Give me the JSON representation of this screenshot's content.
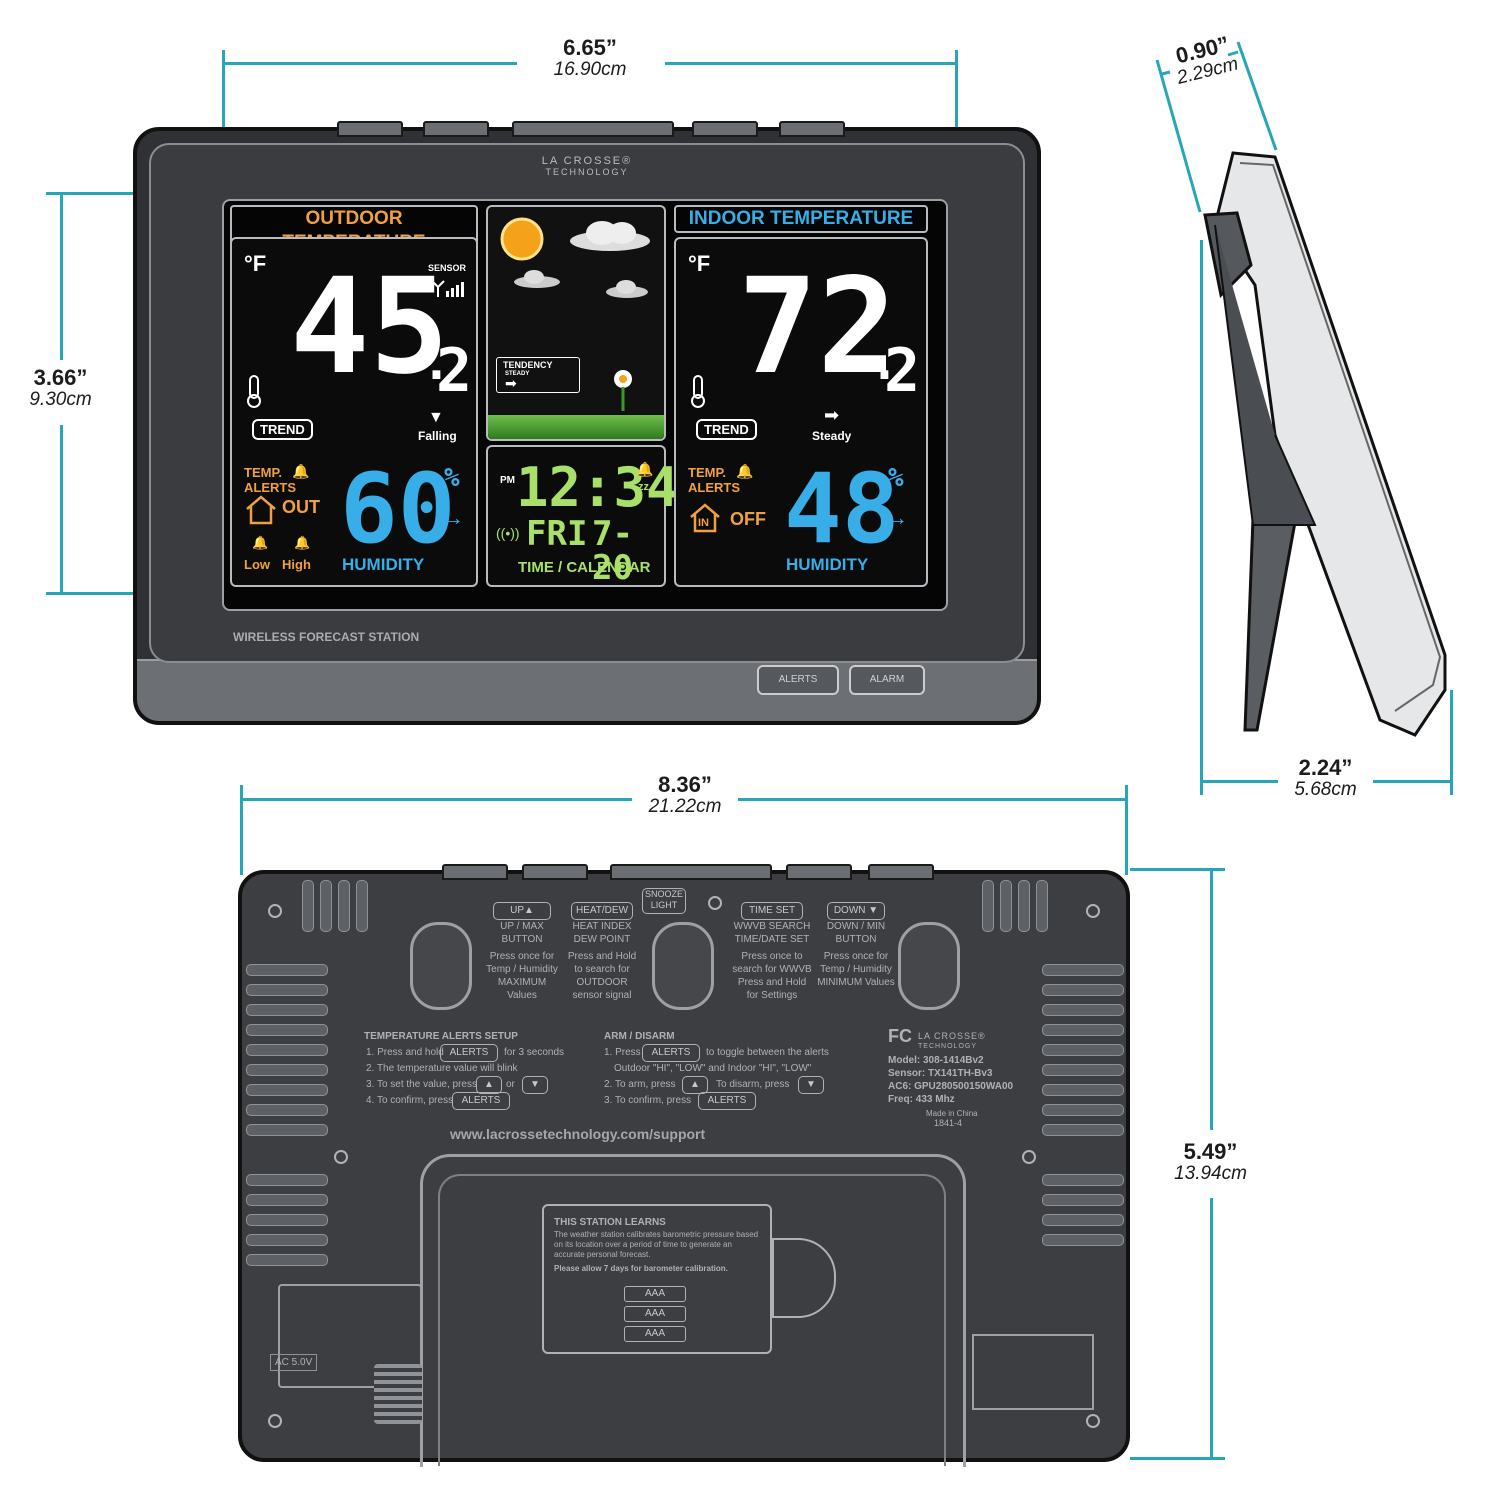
{
  "dimensions": {
    "front_width": {
      "imperial": "6.65”",
      "metric": "16.90cm"
    },
    "front_height": {
      "imperial": "3.66”",
      "metric": "9.30cm"
    },
    "depth": {
      "imperial": "0.90”",
      "metric": "2.29cm"
    },
    "stand_depth": {
      "imperial": "2.24”",
      "metric": "5.68cm"
    },
    "overall_width": {
      "imperial": "8.36”",
      "metric": "21.22cm"
    },
    "overall_height": {
      "imperial": "5.49”",
      "metric": "13.94cm"
    }
  },
  "front": {
    "brand_line1": "LA CROSSE®",
    "brand_line2": "TECHNOLOGY",
    "outdoor": {
      "title": "OUTDOOR TEMPERATURE",
      "unit": "°F",
      "temp_int": "45",
      "temp_dec": "2",
      "sensor_label": "SENSOR",
      "trend_label": "TREND",
      "trend_text": "Falling",
      "alerts_line1": "TEMP.",
      "alerts_line2": "ALERTS",
      "out_label": "OUT",
      "low_label": "Low",
      "high_label": "High",
      "humidity": "60",
      "percent": "%",
      "humidity_label": "HUMIDITY"
    },
    "forecast": {
      "tendency_label": "TENDENCY",
      "tendency_value": "STEADY"
    },
    "clock": {
      "ampm": "PM",
      "time": "12:34",
      "zz": "zz",
      "day": "FRI",
      "date": "7-20",
      "label": "TIME / CALENDAR"
    },
    "indoor": {
      "title": "INDOOR TEMPERATURE",
      "unit": "°F",
      "temp_int": "72",
      "temp_dec": "2",
      "trend_label": "TREND",
      "trend_text": "Steady",
      "alerts_line1": "TEMP.",
      "alerts_line2": "ALERTS",
      "in_label": "IN",
      "off_label": "OFF",
      "humidity": "48",
      "percent": "%",
      "humidity_label": "HUMIDITY"
    },
    "station_label": "WIRELESS FORECAST STATION",
    "alerts_button": "ALERTS",
    "alarm_button": "ALARM"
  },
  "back": {
    "snooze_label": "SNOOZE LIGHT",
    "buttons": [
      {
        "key": "UP▲",
        "title1": "UP / MAX",
        "title2": "BUTTON",
        "desc": [
          "Press once for",
          "Temp / Humidity",
          "MAXIMUM Values"
        ]
      },
      {
        "key": "HEAT/DEW",
        "title1": "HEAT INDEX",
        "title2": "DEW POINT",
        "desc": [
          "Press and Hold",
          "to search for",
          "OUTDOOR",
          "sensor signal"
        ]
      },
      {
        "key": "TIME SET",
        "title1": "WWVB SEARCH",
        "title2": "TIME/DATE SET",
        "desc": [
          "Press once to",
          "search for WWVB",
          "Press and Hold",
          "for Settings"
        ]
      },
      {
        "key": "DOWN ▼",
        "title1": "DOWN / MIN",
        "title2": "BUTTON",
        "desc": [
          "Press once for",
          "Temp / Humidity",
          "MINIMUM Values"
        ]
      }
    ],
    "alerts_setup": {
      "title": "TEMPERATURE ALERTS SETUP",
      "step1a": "1. Press and hold",
      "step1b": "for 3 seconds",
      "step2": "2. The temperature value will blink",
      "step3a": "3. To set the value, press",
      "step3b": "or",
      "step4": "4. To confirm, press",
      "key": "ALERTS"
    },
    "arm": {
      "title": "ARM / DISARM",
      "step1a": "1. Press",
      "step1b": "to toggle between the alerts",
      "step1c": "Outdoor \"HI\", \"LOW\" and Indoor \"HI\", \"LOW\"",
      "step2a": "2. To arm, press",
      "step2b": "To disarm, press",
      "step3": "3. To confirm, press",
      "key": "ALERTS"
    },
    "fcc": {
      "brand_line1": "LA CROSSE®",
      "brand_line2": "TECHNOLOGY",
      "model": "Model: 308-1414Bv2",
      "sensor": "Sensor: TX141TH-Bv3",
      "ac": "AC6: GPU280500150WA00",
      "freq": "Freq: 433 Mhz",
      "made": "Made in China",
      "code": "1841-4"
    },
    "url": "www.lacrossetechnology.com/support",
    "learns": {
      "title": "THIS STATION LEARNS",
      "body": "The weather station calibrates barometric pressure based on its location over a period of time to generate an accurate personal forecast.",
      "note": "Please allow 7 days for barometer calibration."
    },
    "battery_label": "AAA",
    "ac_label": "AC 5.0V"
  },
  "colors": {
    "dimension": "#27a6b8",
    "outdoor_accent": "#f0a040",
    "indoor_accent": "#37aee8",
    "humidity": "#37aee8",
    "clock": "#a8e06a"
  }
}
